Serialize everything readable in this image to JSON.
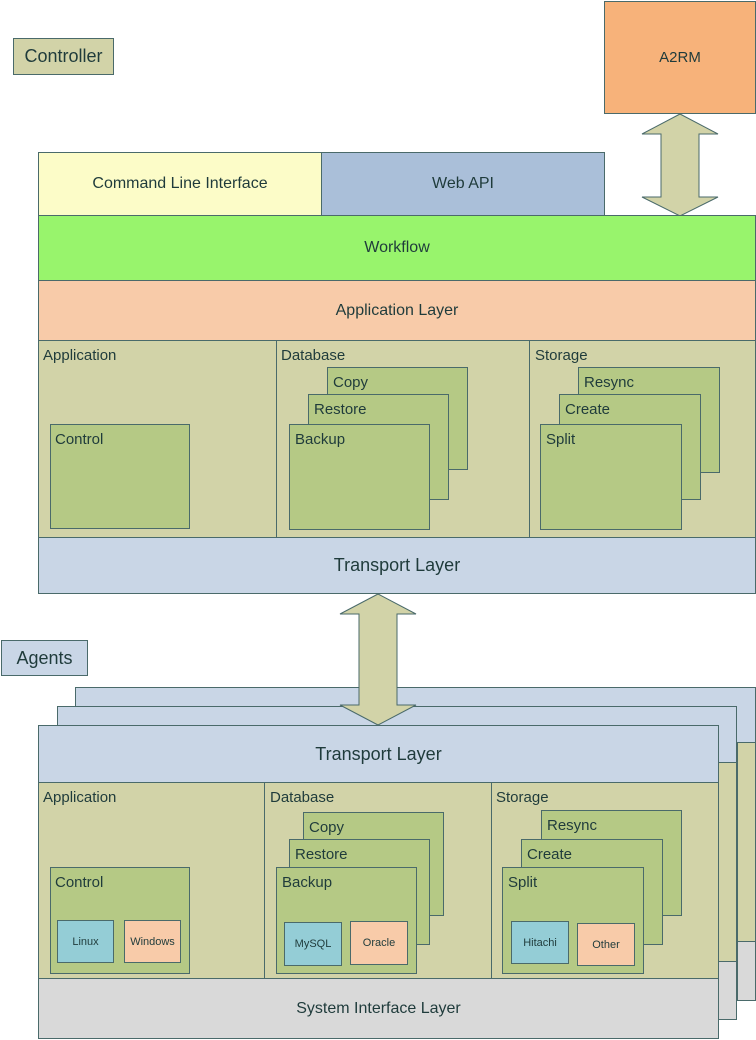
{
  "legend": {
    "controller": "Controller",
    "agents": "Agents"
  },
  "a2rm": "A2RM",
  "controller": {
    "cli": "Command Line Interface",
    "webapi": "Web API",
    "workflow": "Workflow",
    "application_layer": "Application Layer",
    "application": {
      "title": "Application",
      "control": "Control"
    },
    "database": {
      "title": "Database",
      "copy": "Copy",
      "restore": "Restore",
      "backup": "Backup"
    },
    "storage": {
      "title": "Storage",
      "resync": "Resync",
      "create": "Create",
      "split": "Split"
    },
    "transport": "Transport Layer"
  },
  "agent": {
    "transport": "Transport Layer",
    "application": {
      "title": "Application",
      "control": "Control",
      "linux": "Linux",
      "windows": "Windows"
    },
    "database": {
      "title": "Database",
      "copy": "Copy",
      "restore": "Restore",
      "backup": "Backup",
      "mysql": "MySQL",
      "oracle": "Oracle"
    },
    "storage": {
      "title": "Storage",
      "resync": "Resync",
      "create": "Create",
      "split": "Split",
      "hitachi": "Hitachi",
      "other": "Other"
    },
    "system_interface": "System Interface Layer"
  },
  "colors": {
    "controller_legend": "#d2d3a8",
    "agents_legend": "#c9d6e6",
    "a2rm": "#f7b27a",
    "cli": "#fcfcc8",
    "webapi": "#aabfd9",
    "workflow": "#98f46c",
    "application_layer": "#f8cba9",
    "khaki": "#d2d3a8",
    "component": "#b5c985",
    "transport": "#c9d6e6",
    "system_interface": "#d9d9d9",
    "blue_item": "#94cdd6",
    "orange_item": "#f8cba9"
  }
}
